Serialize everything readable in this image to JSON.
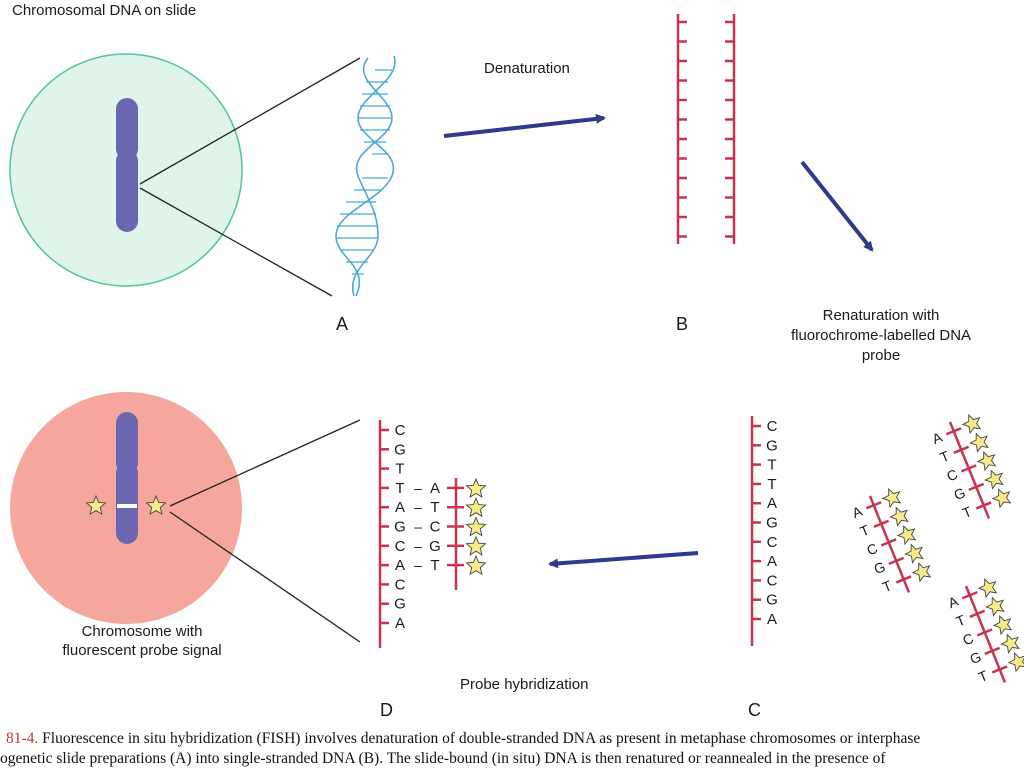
{
  "title": "Chromosomal DNA on slide",
  "steps": {
    "denaturation": "Denaturation",
    "renaturation": "Renaturation with fluorochrome-labelled DNA probe",
    "hybridization": "Probe hybridization"
  },
  "panels": {
    "a": "A",
    "b": "B",
    "c": "C",
    "d": "D"
  },
  "chromosome_signal_label": "Chromosome with fluorescent probe signal",
  "sequences": {
    "target": [
      "C",
      "G",
      "T",
      "T",
      "A",
      "G",
      "C",
      "A",
      "C",
      "G",
      "A"
    ],
    "probe_pairs": [
      "A",
      "T",
      "C",
      "G",
      "T"
    ],
    "probe": [
      "A",
      "T",
      "C",
      "G",
      "T"
    ]
  },
  "caption": {
    "fig_number": "81-4.",
    "line1": "Fluorescence in situ hybridization (FISH) involves denaturation of double-stranded DNA as present in metaphase chromosomes or interphase",
    "line2": "ogenetic slide preparations (A) into single-stranded DNA (B). The slide-bound (in situ) DNA is then renatured or reannealed in the presence of"
  },
  "colors": {
    "slide_green": "#dff5ea",
    "slide_green_border": "#4fc4a0",
    "slide_red": "#f5a79d",
    "chromosome": "#6b66b0",
    "dna_helix": "#49a9d8",
    "strand": "#c8334f",
    "arrow": "#2e3a8c",
    "star": "#f6ea8a"
  }
}
